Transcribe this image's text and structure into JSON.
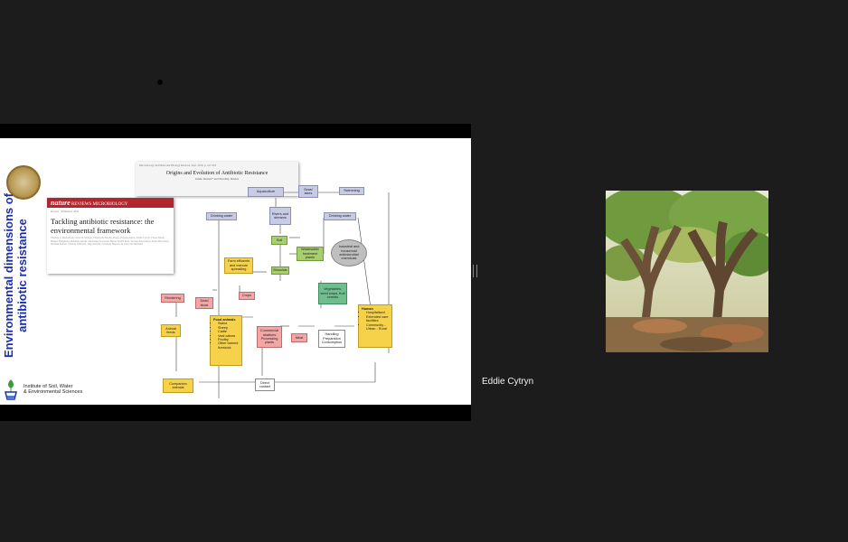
{
  "shared_screen": {
    "slide": {
      "title": "Environmental dimensions of antibiotic resistance",
      "institute": {
        "line1": "Institute of Soil, Water",
        "line2": "& Environmental Sciences"
      },
      "paper_top": {
        "header": "Microbiology and Molecular Biology Reviews, Sept. 2010, p. 417-433",
        "title": "Origins and Evolution of Antibiotic Resistance",
        "authors": "Julian Davies* and Dorothy Davies"
      },
      "nature_card": {
        "journal": "nature",
        "journal_sub": "REVIEWS",
        "section": "MICROBIOLOGY",
        "meta": "Review · Published: 2022",
        "title": "Tackling antibiotic resistance: the environmental framework",
        "authors": "Thomas U. Berendonk, Célia M. Manaia, Christophe Merlin, Despo Fatta-Kassinos, Eddie Cytryn, Fiona Walsh, Helmut Bürgmann, Henning Sørum, Madelaine Norström, Marie-Noëlle Pons, Norbert Kreuzinger, Pentti Huovinen, Stefania Stefani, Thomas Schwartz, Veljo Kisand, Fernando Baquero & José Luis Martinez"
      },
      "diagram": {
        "aquaculture": "Aquaculture",
        "seal_lakes": "Seas/ lakes",
        "swimming": "Swimming",
        "drinking_water_left": "Drinking water",
        "rivers": "Rivers and streams",
        "drinking_water_right": "Drinking water",
        "soil": "Soil",
        "wastewater": "Wastewater treatment plants",
        "industrial": "Industrial and household antimicrobial chemicals",
        "farm_effluents": "Farm effluents and manure spreading",
        "biosolids": "Biosolids",
        "crops": "Crops",
        "vegetables": "Vegetables, seed crops, fruit cereals",
        "rendering": "Rendering",
        "dead_stock": "Dead stock",
        "animal_feeds": "Animal feeds",
        "food_animals_title": "Food animals",
        "food_animals_items": [
          "Swine",
          "Sheep",
          "Cattle",
          "Veal calves",
          "Poultry",
          "Other farmed livestock"
        ],
        "commercial": "Commercial abattoirs Processing plants",
        "meat": "Meat",
        "handling": "Handling Preparation Consumption",
        "humans_title": "Human",
        "humans_items": [
          "Hospitalised",
          "Extended care facilities",
          "Community - Urban - Rural"
        ],
        "companion": "Companion animals",
        "direct_contact": "Direct contact"
      }
    }
  },
  "participant": {
    "name": "Eddie Cytryn"
  },
  "colors": {
    "background": "#1c1c1c",
    "slide_title": "#1d2fa8",
    "nature_band": "#b2262f"
  }
}
